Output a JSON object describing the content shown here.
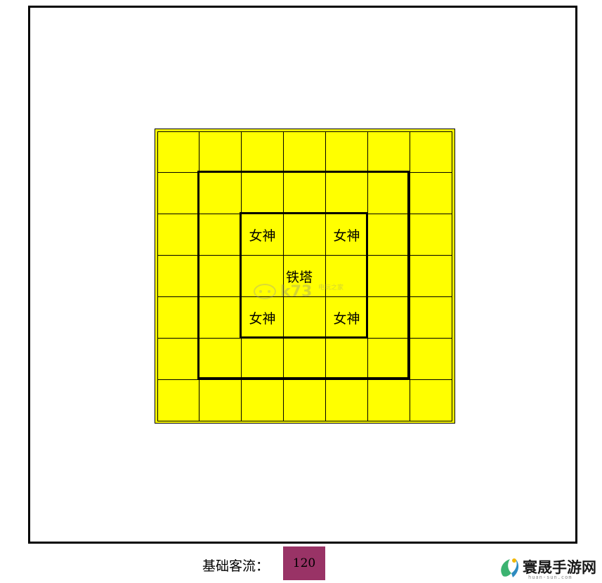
{
  "board": {
    "rows": 7,
    "cols": 7,
    "cell_color": "#ffff00",
    "labels": [
      {
        "row": 2,
        "col": 2,
        "text": "女神"
      },
      {
        "row": 2,
        "col": 4,
        "text": "女神"
      },
      {
        "row": 4,
        "col": 2,
        "text": "女神"
      },
      {
        "row": 4,
        "col": 4,
        "text": "女神"
      }
    ],
    "tower_label": "铁塔"
  },
  "footer": {
    "label": "基础客流：",
    "value": "120",
    "value_color": "#993366"
  },
  "branding": {
    "watermark_text": "k73",
    "watermark_sub": "电玩之家",
    "logo_text": "寰晟手游网",
    "logo_sub": "huan-sun.com",
    "logo_icon": "leaf-swirl-icon"
  }
}
